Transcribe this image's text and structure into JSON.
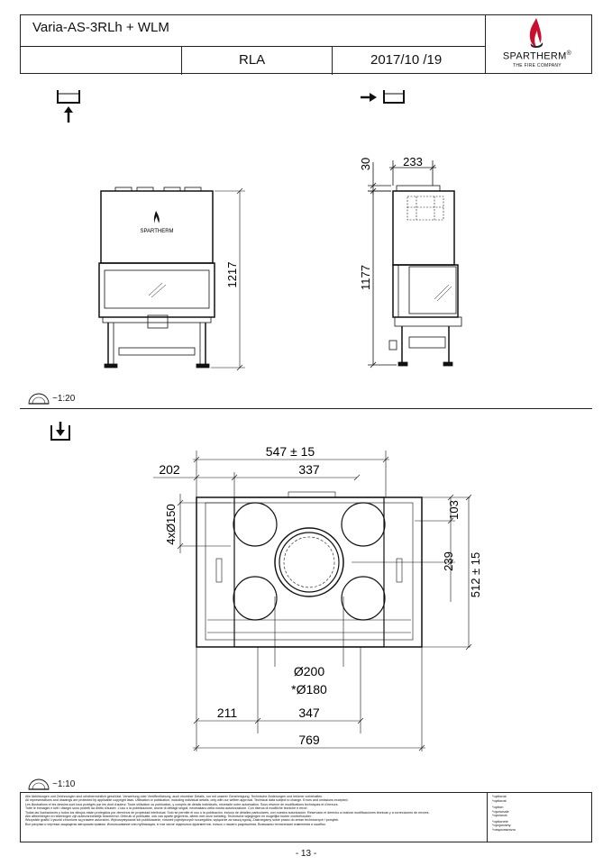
{
  "header": {
    "title": "Varia-AS-3RLh + WLM",
    "model_code": "RLA",
    "date": "2017/10 /19",
    "brand": "SPARTHERM",
    "brand_mark": "®",
    "brand_tagline": "THE FIRE COMPANY"
  },
  "front_view": {
    "logo_text": "SPARTHERM",
    "height_label": "1217"
  },
  "side_view": {
    "top_offset_label": "30",
    "top_width_label": "233",
    "height_label": "1177"
  },
  "scale_upper": "~1:20",
  "plan_view": {
    "overall_width_label": "547 ± 15",
    "left_offset_label": "202",
    "inner_width_label": "337",
    "flue_label": "4xØ150",
    "top_depth_label": "103",
    "center_depth_label": "239",
    "overall_depth_label": "512 ± 15",
    "outlet_label": "Ø200",
    "outlet_optional_label": "*Ø180",
    "bottom_left_label": "211",
    "bottom_mid_label": "347",
    "bottom_total_label": "769"
  },
  "scale_lower": "~1:10",
  "legal": {
    "lines": [
      "Alle Abbildungen und Zeichnungen sind urheberrechtlich geschützt. Verwertung oder Veröffentlichung, auch einzelner Details, nur mit unserer Genehmigung. Technische Änderungen und Irrtümer vorbehalten.",
      "All representations and drawings are protected by applicable copyright laws. Utilisation or publication, including individual details, only with our written approval. Technical data subject to change. Errors and omissions excepted.",
      "Les illustrations et les dessins sont tous protégés par les droit d'auteur. Toute utilisation ou publication, y compris de détails individuels, nécessite notre autorisation. Sous réserve de modifications techniques et d'erreurs.",
      "Tutte le immagini e tutti i disegni sono protetti da diritto d'autore. L'uso o la pubblicazione, anche di dettagli singoli, necessitano della nostra autorizzazione. Con riserva di modifiche tecniche e errori.",
      "Todas las ilustraciones y todos los dibujos están protegidos por derechos de propiedad intelectual. Solo se permite el uso o la publicación, incluso de detalles particulares, con nuestra autorización. Reservado el derecho a realizar modificaciones técnicas y a correcciones de errores.",
      "Alle afbeeldingen en tekeningen zijn auteursrechtelijk beschermd. Gebruik of publicatie, ook van aparte gegevens, alleen met onze toelating. Technische wijzigingen en mogelijke fouten voorbehouden.",
      "Wszystkie grafiki i rysunki chronione są prawem autorskim. Wykorzystywanie lub publikowanie, również pojedynczych szczegółów, wyłącznie za naszą zgodą. Zastrzegamy sobie prawo do zmian technicznych i pomyłek.",
      "Все рисунки и чертежи защищены авторским правом. Использование или публикация, в том числе отдельных фрагментов, только с нашего разрешения. Возможны технические изменения и ошибки."
    ],
    "optional_notes": [
      "*optional",
      "*optional",
      "*option",
      "*opzionale",
      "*opcional",
      "*optionele",
      "*opcjonalny",
      "*опционально"
    ]
  },
  "page_number": "- 13 -"
}
